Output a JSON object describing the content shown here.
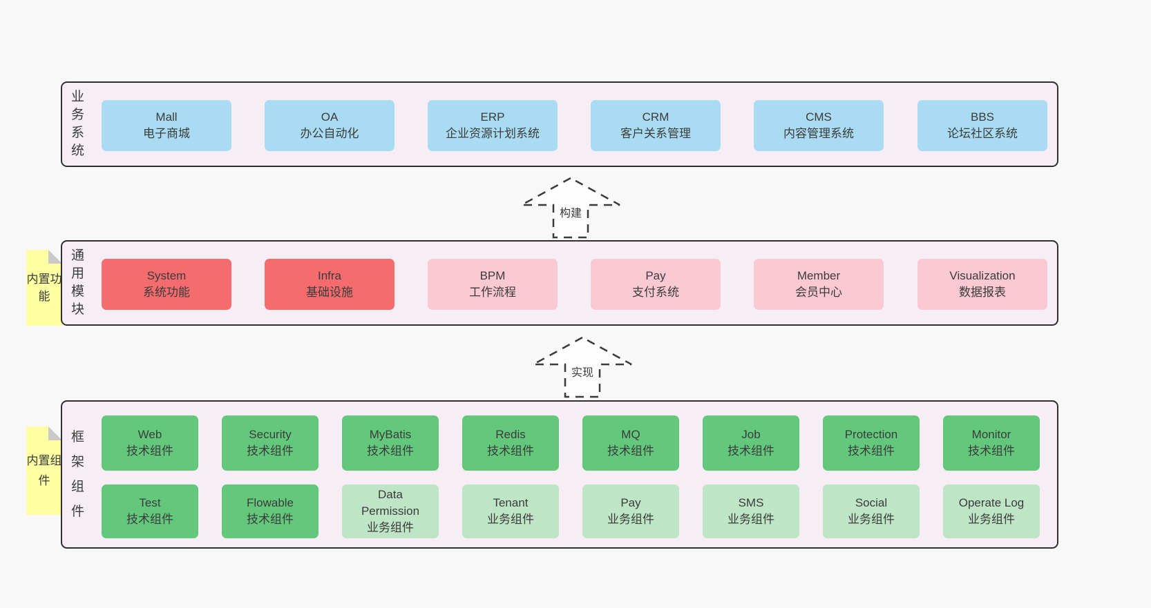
{
  "colors": {
    "page-bg": "#f8f8f8",
    "panel-bg": "#f7edf5",
    "panel-border": "#2f2f2f",
    "blue": "#a9dcf2",
    "red": "#f56c6f",
    "pink": "#fac9d3",
    "green": "#63c87c",
    "lightgreen": "#bee5c5",
    "note-yellow": "#feffa3",
    "fold-gray": "#c9c9c9",
    "text": "#3b3b3b",
    "arrow-fill": "#fdfdfd",
    "arrow-stroke": "#3a3a3a"
  },
  "arrows": {
    "build": "构建",
    "implement": "实现"
  },
  "layers": {
    "business": {
      "label": "业务系统",
      "boxes": [
        {
          "en": "Mall",
          "zh": "电子商城"
        },
        {
          "en": "OA",
          "zh": "办公自动化"
        },
        {
          "en": "ERP",
          "zh": "企业资源计划系统"
        },
        {
          "en": "CRM",
          "zh": "客户关系管理"
        },
        {
          "en": "CMS",
          "zh": "内容管理系统"
        },
        {
          "en": "BBS",
          "zh": "论坛社区系统"
        }
      ]
    },
    "modules": {
      "label": "通用模块",
      "note": "内置功能",
      "boxes": [
        {
          "en": "System",
          "zh": "系统功能"
        },
        {
          "en": "Infra",
          "zh": "基础设施"
        },
        {
          "en": "BPM",
          "zh": "工作流程"
        },
        {
          "en": "Pay",
          "zh": "支付系统"
        },
        {
          "en": "Member",
          "zh": "会员中心"
        },
        {
          "en": "Visualization",
          "zh": "数据报表"
        }
      ]
    },
    "components": {
      "label": "框架组件",
      "note": "内置组件",
      "row1": [
        {
          "en": "Web",
          "zh": "技术组件"
        },
        {
          "en": "Security",
          "zh": "技术组件"
        },
        {
          "en": "MyBatis",
          "zh": "技术组件"
        },
        {
          "en": "Redis",
          "zh": "技术组件"
        },
        {
          "en": "MQ",
          "zh": "技术组件"
        },
        {
          "en": "Job",
          "zh": "技术组件"
        },
        {
          "en": "Protection",
          "zh": "技术组件"
        },
        {
          "en": "Monitor",
          "zh": "技术组件"
        }
      ],
      "row2": [
        {
          "en": "Test",
          "zh": "技术组件"
        },
        {
          "en": "Flowable",
          "zh": "技术组件"
        },
        {
          "en": "Data Permission",
          "zh": "业务组件"
        },
        {
          "en": "Tenant",
          "zh": "业务组件"
        },
        {
          "en": "Pay",
          "zh": "业务组件"
        },
        {
          "en": "SMS",
          "zh": "业务组件"
        },
        {
          "en": "Social",
          "zh": "业务组件"
        },
        {
          "en": "Operate Log",
          "zh": "业务组件"
        }
      ]
    }
  }
}
